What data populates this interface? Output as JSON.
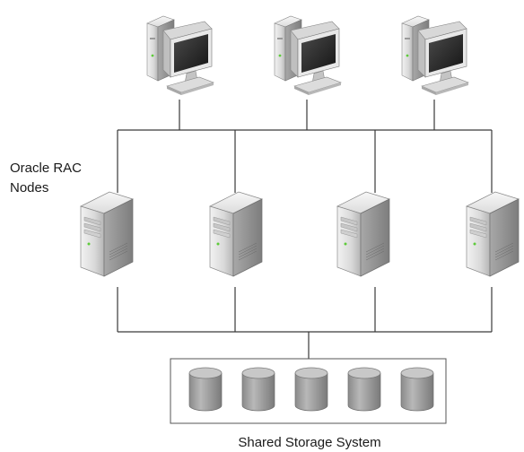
{
  "cluster_label": {
    "line1": "Oracle RAC",
    "line2": "Nodes"
  },
  "storage_label": "Shared Storage System",
  "client_count": 3,
  "node_count": 4,
  "disk_count": 5,
  "colors": {
    "connector": "#3a3a3a",
    "device_light": "#e6e6e6",
    "device_dark": "#9a9a9a",
    "screen": "#2b2b2b",
    "led": "#5ecb3a",
    "disk_top": "#c8c8c8",
    "disk_body": "#9c9c9c"
  }
}
